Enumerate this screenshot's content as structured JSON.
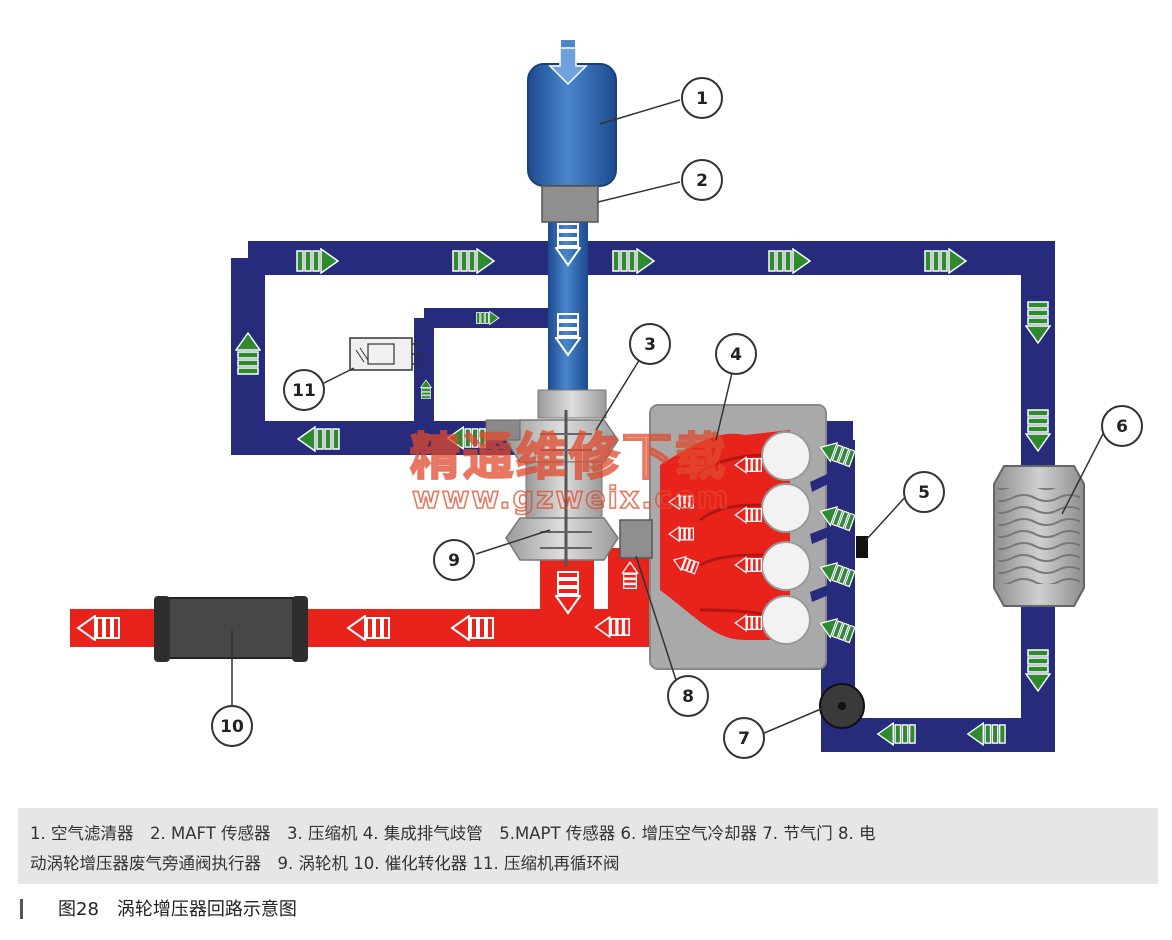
{
  "callouts": [
    "1",
    "2",
    "3",
    "4",
    "5",
    "6",
    "7",
    "8",
    "9",
    "10",
    "11"
  ],
  "watermark": {
    "line1": "精通维修下载",
    "line2": "www.gzweix.com"
  },
  "legend": {
    "line1": "1. 空气滤清器　2. MAFT 传感器　3. 压缩机 4. 集成排气歧管　5.MAPT 传感器 6. 增压空气冷却器 7. 节气门 8. 电",
    "line2": "动涡轮增压器废气旁通阀执行器　9. 涡轮机 10. 催化转化器 11. 压缩机再循环阀"
  },
  "caption": "图28　涡轮增压器回路示意图",
  "colors": {
    "intake_blue": "#2c5fa8",
    "charge_navy": "#262b7c",
    "exhaust_red": "#e8231c",
    "arrow_green": "#2f8a2f",
    "turbo_grey": "#bdbdbd",
    "engine_grey": "#a9a9a9",
    "watermark_red": "#e04a2c"
  }
}
